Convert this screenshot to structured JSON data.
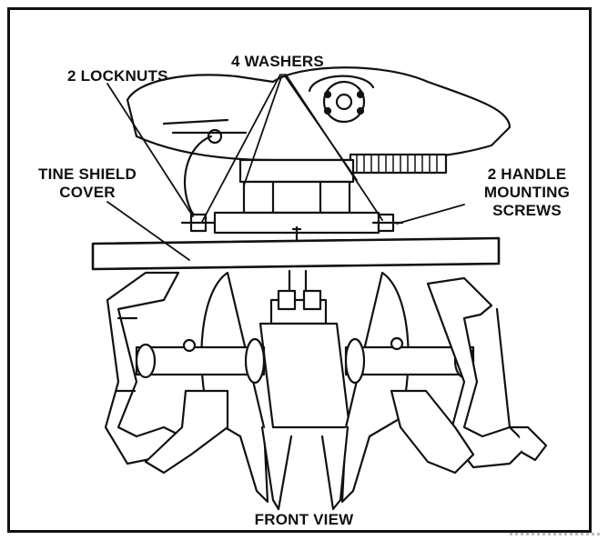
{
  "labels": {
    "locknuts": "2 LOCKNUTS",
    "washers": "4 WASHERS",
    "tine_shield_line1": "TINE SHIELD",
    "tine_shield_line2": "COVER",
    "handle_line1": "2 HANDLE",
    "handle_line2": "MOUNTING",
    "handle_line3": "SCREWS",
    "view": "FRONT VIEW"
  },
  "colors": {
    "ink": "#111111",
    "paper": "#ffffff"
  }
}
